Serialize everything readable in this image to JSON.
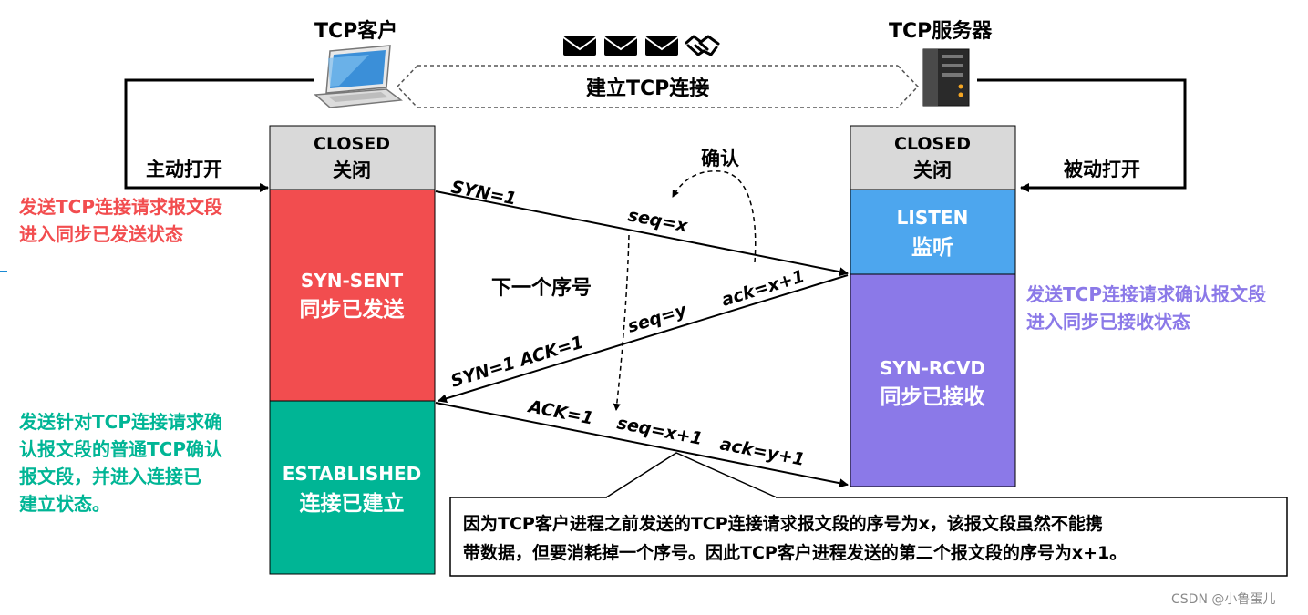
{
  "client": {
    "title": "TCP客户",
    "active_open": "主动打开"
  },
  "server": {
    "title": "TCP服务器",
    "passive_open": "被动打开"
  },
  "connection_label": "建立TCP连接",
  "client_states": [
    {
      "en": "CLOSED",
      "zh": "关闭",
      "color": "#d9d9d9"
    },
    {
      "en": "SYN-SENT",
      "zh": "同步已发送",
      "color": "#f24d4f"
    },
    {
      "en": "ESTABLISHED",
      "zh": "连接已建立",
      "color": "#00b595"
    }
  ],
  "server_states": [
    {
      "en": "CLOSED",
      "zh": "关闭",
      "color": "#d9d9d9"
    },
    {
      "en": "LISTEN",
      "zh": "监听",
      "color": "#4da6ee"
    },
    {
      "en": "SYN-RCVD",
      "zh": "同步已接收",
      "color": "#8b79e8"
    }
  ],
  "notes": {
    "client_send": [
      "发送TCP连接请求报文段",
      "进入同步已发送状态"
    ],
    "server_send": [
      "发送TCP连接请求确认报文段",
      "进入同步已接收状态"
    ],
    "client_ack": [
      "发送针对TCP连接请求确",
      "认报文段的普通TCP确认",
      "报文段，并进入连接已",
      "建立状态。"
    ],
    "confirm": "确认",
    "next_seq": "下一个序号"
  },
  "colors": {
    "red_note": "#f24d4f",
    "purple_note": "#8b79e8",
    "green_note": "#00b595"
  },
  "segments": {
    "syn": {
      "flags": "SYN=1",
      "seq": "seq=x"
    },
    "synack": {
      "flags": "SYN=1  ACK=1",
      "seq": "seq=y",
      "ack": "ack=x+1"
    },
    "ack": {
      "flags": "ACK=1",
      "seq": "seq=x+1",
      "ack": "ack=y+1"
    }
  },
  "explanation": [
    "因为TCP客户进程之前发送的TCP连接请求报文段的序号为x，该报文段虽然不能携",
    "带数据，但要消耗掉一个序号。因此TCP客户进程发送的第二个报文段的序号为x+1。"
  ],
  "watermark": "CSDN @小鲁蛋儿",
  "icons": [
    "laptop-icon",
    "envelope-icon",
    "handshake-icon",
    "server-icon"
  ]
}
